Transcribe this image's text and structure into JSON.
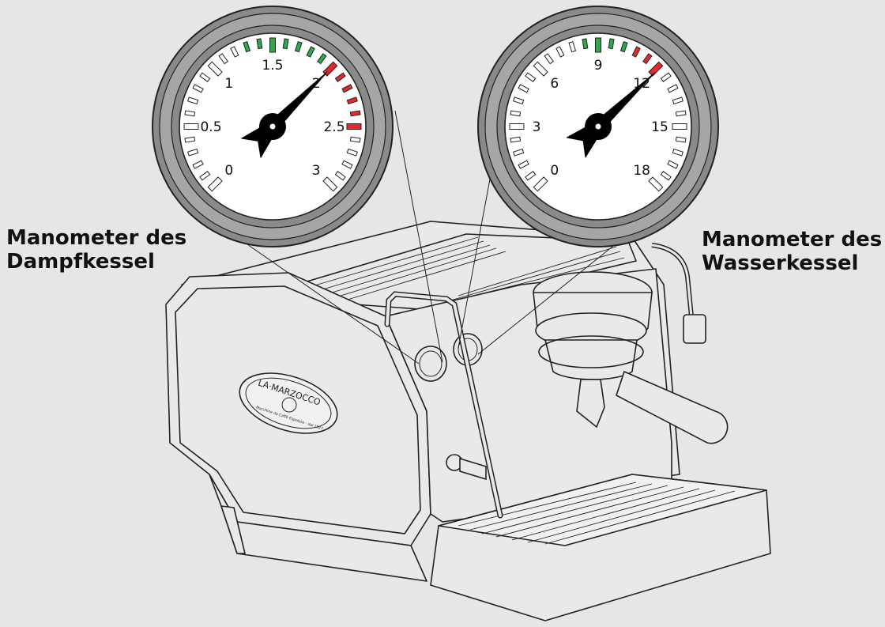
{
  "colors": {
    "background": "#e6e6e6",
    "outline": "#222222",
    "machine_fill": "#e9e9e9",
    "bezel": "#8a8a8a",
    "bezel_light": "#a6a6a6",
    "dial_face": "#ffffff",
    "zone_green": "#2eaa4a",
    "zone_red": "#e02b2b",
    "needle": "#000000"
  },
  "labels": {
    "steam_boiler": {
      "line1": "Manometer des",
      "line2": "Dampfkessel"
    },
    "water_boiler": {
      "line1": "Manometer des",
      "line2": "Wasserkessel"
    }
  },
  "brand": {
    "name": "LA·MARZOCCO",
    "tagline": "Macchine da Caffè Espresso · dal 1927"
  },
  "gauges": [
    {
      "id": "steam",
      "min": 0,
      "max": 3,
      "ticks": [
        "0",
        "0.5",
        "1",
        "1.5",
        "2",
        "2.5",
        "3"
      ],
      "minor_per_major": 5,
      "green_zone": [
        1.3,
        2.0
      ],
      "red_zone": [
        2.0,
        2.5
      ],
      "needle_value": 2.0
    },
    {
      "id": "water",
      "min": 0,
      "max": 18,
      "ticks": [
        "0",
        "3",
        "6",
        "9",
        "12",
        "15",
        "18"
      ],
      "minor_per_major": 5,
      "green_zone": [
        8,
        10.4
      ],
      "red_zone": [
        10.4,
        12.4
      ],
      "needle_value": 12.1
    }
  ]
}
